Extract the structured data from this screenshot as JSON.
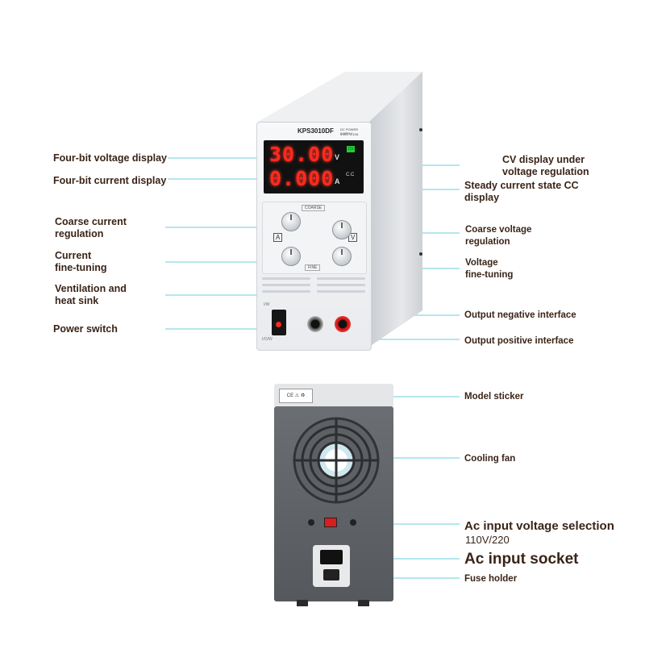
{
  "front_unit": {
    "model": "KPS3010DF",
    "sublabel_1": "DC POWER SUPPLY",
    "sublabel_2": "0-30V 0-10A",
    "voltage_reading": "30.00",
    "current_reading": "0.000",
    "voltage_unit": "V",
    "current_unit": "A",
    "cv_indicator": "CV",
    "cc_indicator": "C.C",
    "coarse_label": "COARSE",
    "fine_label": "FINE",
    "amp_symbol": "A",
    "volt_symbol": "V",
    "power_label_top": "I/W",
    "power_label_bottom": "I/O/W"
  },
  "callouts_left": [
    {
      "text": "Four-bit voltage display"
    },
    {
      "text": "Four-bit current display"
    },
    {
      "text": "Coarse current\nregulation"
    },
    {
      "text": "Current\nfine-tuning"
    },
    {
      "text": "Ventilation and\nheat sink"
    },
    {
      "text": "Power switch"
    }
  ],
  "callouts_right": [
    {
      "text": "CV display under\nvoltage regulation"
    },
    {
      "text": "Steady current state CC\ndisplay"
    },
    {
      "text": "Coarse voltage\nregulation"
    },
    {
      "text": "Voltage\nfine-tuning"
    },
    {
      "text": "Output negative interface"
    },
    {
      "text": "Output positive interface"
    }
  ],
  "back_callouts": [
    {
      "text": "Model sticker"
    },
    {
      "text": "Cooling fan"
    },
    {
      "text": "Ac input voltage selection"
    },
    {
      "text": "110V/220"
    },
    {
      "text": "Ac input socket"
    },
    {
      "text": "Fuse holder"
    }
  ],
  "colors": {
    "label_text": "#3a2418",
    "leader_line": "#7fd6e3",
    "display_red": "#ff2a1e",
    "cv_green": "#22cc33"
  }
}
